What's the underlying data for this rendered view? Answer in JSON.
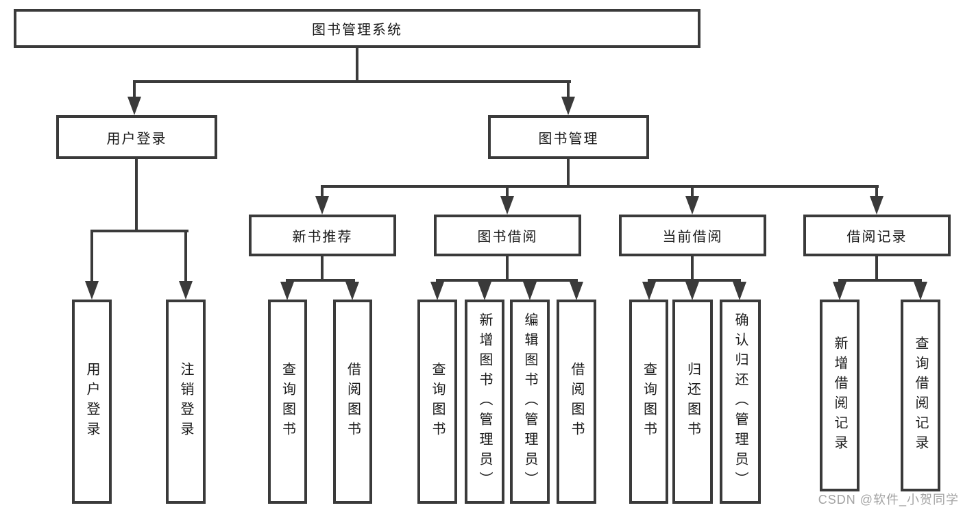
{
  "diagram": {
    "root": {
      "label": "图书管理系统"
    },
    "level1": [
      {
        "label": "用户登录"
      },
      {
        "label": "图书管理"
      }
    ],
    "level2": [
      {
        "label": "新书推荐"
      },
      {
        "label": "图书借阅"
      },
      {
        "label": "当前借阅"
      },
      {
        "label": "借阅记录"
      }
    ],
    "leaves": {
      "user_login": [
        "用户登录",
        "注销登录"
      ],
      "new_books": [
        "查询图书",
        "借阅图书"
      ],
      "book_borrow": [
        "查询图书",
        "新增图书（管理员）",
        "编辑图书（管理员）",
        "借阅图书"
      ],
      "current_borrow": [
        "查询图书",
        "归还图书",
        "确认归还（管理员）"
      ],
      "borrow_records": [
        "新增借阅记录",
        "查询借阅记录"
      ]
    },
    "watermark": "CSDN @软件_小贺同学",
    "colors": {
      "line": "#3a3a3a",
      "box_border": "#3a3a3a",
      "text": "#1b1b1b",
      "watermark": "#a3a3a3",
      "background": "#ffffff"
    }
  }
}
